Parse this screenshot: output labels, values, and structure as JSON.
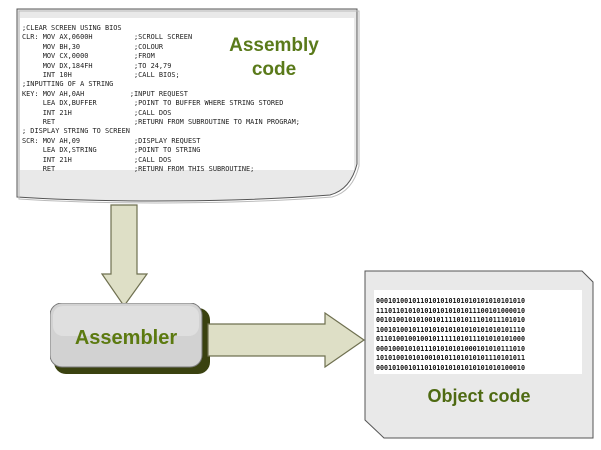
{
  "assembly_doc": {
    "title_line1": "Assembly",
    "title_line2": "code",
    "code_lines": [
      ";CLEAR SCREEN USING BIOS",
      "CLR: MOV AX,0600H          ;SCROLL SCREEN",
      "     MOV BH,30             ;COLOUR",
      "     MOV CX,0000           ;FROM",
      "     MOV DX,184FH          ;TO 24,79",
      "     INT 10H               ;CALL BIOS;",
      ";INPUTTING OF A STRING",
      "KEY: MOV AH,0AH           ;INPUT REQUEST",
      "     LEA DX,BUFFER         ;POINT TO BUFFER WHERE STRING STORED",
      "     INT 21H               ;CALL DOS",
      "     RET                   ;RETURN FROM SUBROUTINE TO MAIN PROGRAM;",
      "; DISPLAY STRING TO SCREEN",
      "SCR: MOV AH,09             ;DISPLAY REQUEST",
      "     LEA DX,STRING         ;POINT TO STRING",
      "     INT 21H               ;CALL DOS",
      "     RET                   ;RETURN FROM THIS SUBROUTINE;"
    ]
  },
  "assembler": {
    "label": "Assembler"
  },
  "object_doc": {
    "title": "Object code",
    "binary_lines": [
      "0001010010110101010101010101010101010",
      "1110110101010101010101011100101000010",
      "0010100101010010111101011101011101010",
      "1001010010110101010101010101010101110",
      "0110100100100101111101011101010101000",
      "0001000101011101010101000101010111010",
      "1010100101010010101101010101110101011",
      "0001010010110101010101010101010100010"
    ]
  },
  "colors": {
    "doc_fill": "#e9e9e9",
    "doc_inner": "#ffffff",
    "accent_green": "#5a7a1a",
    "assembler_fill": "#d2d2d2",
    "shadow_olive": "#3a4210",
    "arrow_fill": "#dedfc6",
    "arrow_stroke": "#6f7050"
  }
}
